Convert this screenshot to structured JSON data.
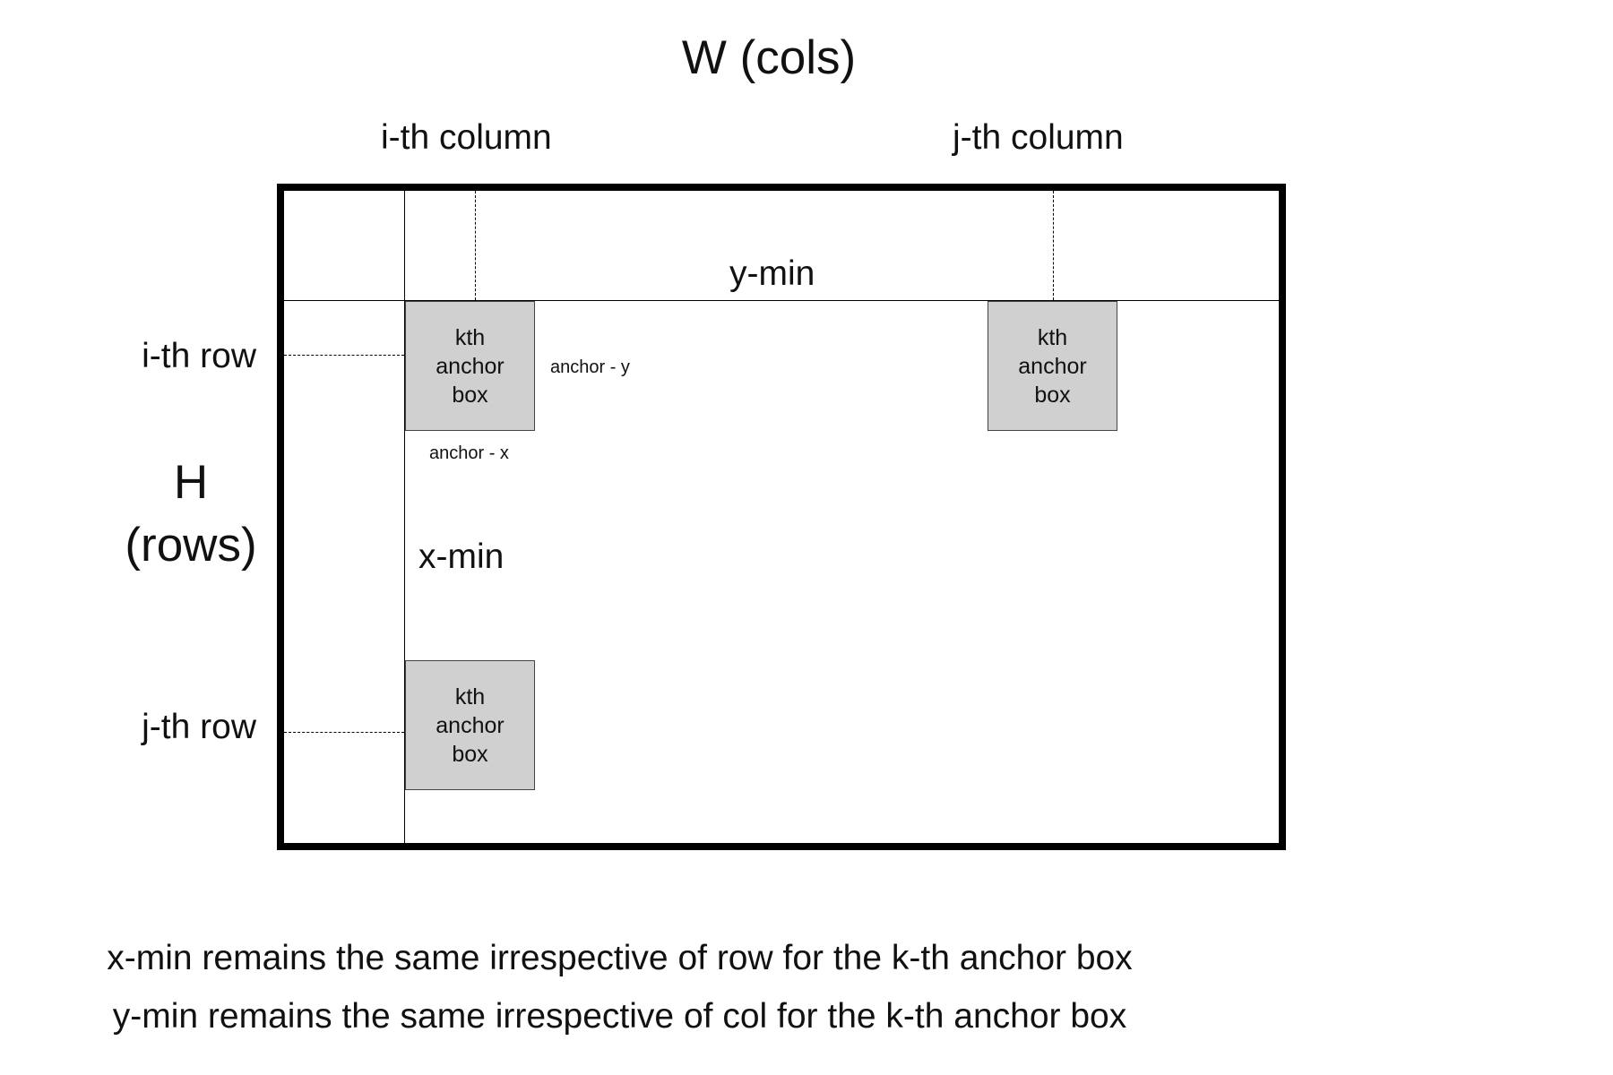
{
  "title": "W (cols)",
  "columns": {
    "i": "i-th column",
    "j": "j-th column"
  },
  "rows": {
    "i": "i-th row",
    "j": "j-th row"
  },
  "height_label": {
    "line1": "H",
    "line2": "(rows)"
  },
  "grid": {
    "y_min": "y-min",
    "x_min": "x-min",
    "anchor_y": "anchor - y",
    "anchor_x": "anchor - x"
  },
  "anchor_boxes": [
    {
      "text": "kth\nanchor\nbox"
    },
    {
      "text": "kth\nanchor\nbox"
    },
    {
      "text": "kth\nanchor\nbox"
    }
  ],
  "notes": [
    "x-min remains the same irrespective of row for the k-th anchor box",
    "y-min remains the same irrespective of col for the k-th anchor box"
  ],
  "colors": {
    "anchor_fill": "#d0d0d0",
    "frame": "#000000"
  }
}
